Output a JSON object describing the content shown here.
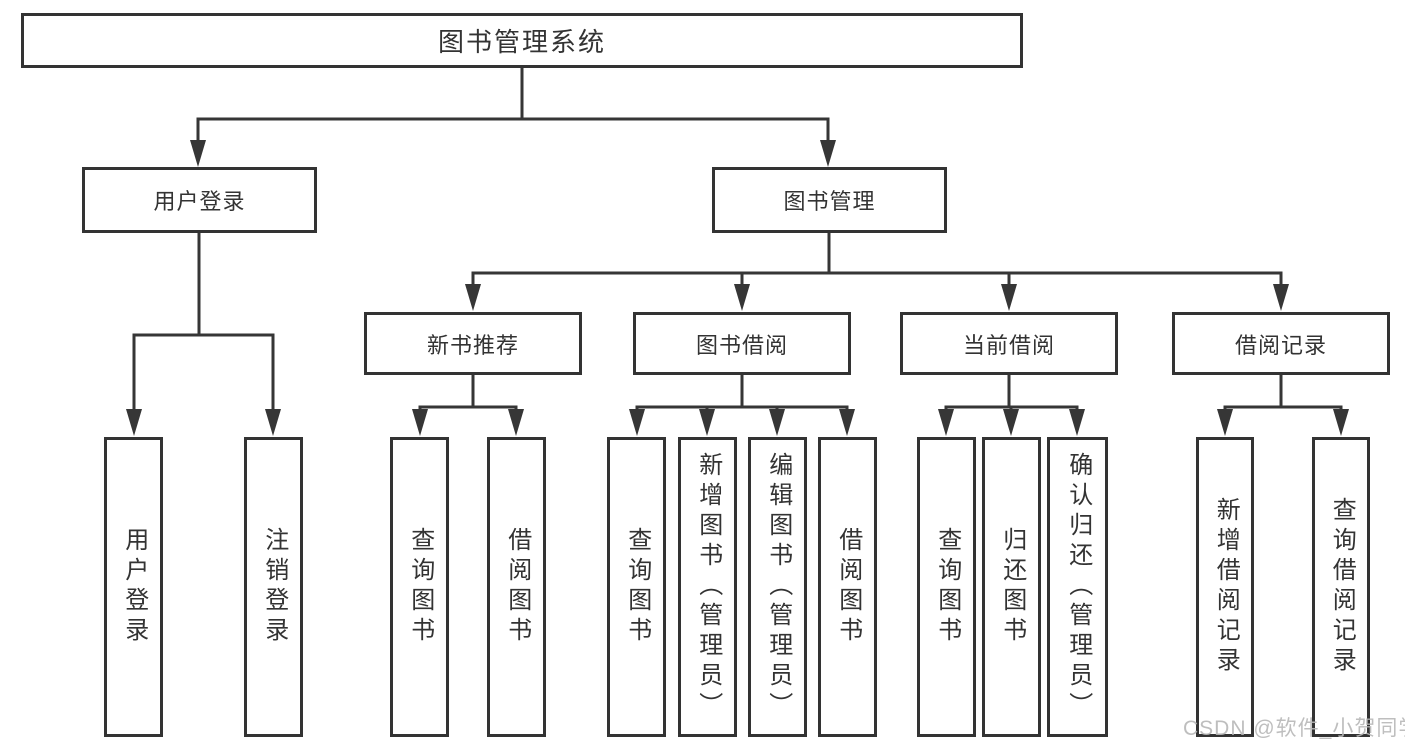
{
  "tree": {
    "label": "图书管理系统",
    "children": [
      {
        "label": "用户登录",
        "children": [
          {
            "label": "用户登录"
          },
          {
            "label": "注销登录"
          }
        ]
      },
      {
        "label": "图书管理",
        "children": [
          {
            "label": "新书推荐",
            "children": [
              {
                "label": "查询图书"
              },
              {
                "label": "借阅图书"
              }
            ]
          },
          {
            "label": "图书借阅",
            "children": [
              {
                "label": "查询图书"
              },
              {
                "label": "新增图书（管理员）"
              },
              {
                "label": "编辑图书（管理员）"
              },
              {
                "label": "借阅图书"
              }
            ]
          },
          {
            "label": "当前借阅",
            "children": [
              {
                "label": "查询图书"
              },
              {
                "label": "归还图书"
              },
              {
                "label": "确认归还（管理员）"
              }
            ]
          },
          {
            "label": "借阅记录",
            "children": [
              {
                "label": "新增借阅记录"
              },
              {
                "label": "查询借阅记录"
              }
            ]
          }
        ]
      }
    ]
  },
  "watermark": {
    "text": "CSDN @软件_小贺同学"
  },
  "colors": {
    "line": "#363636",
    "box_border": "#333333",
    "text": "#333333",
    "background": "#ffffff",
    "watermark": "#b8b8b8"
  }
}
